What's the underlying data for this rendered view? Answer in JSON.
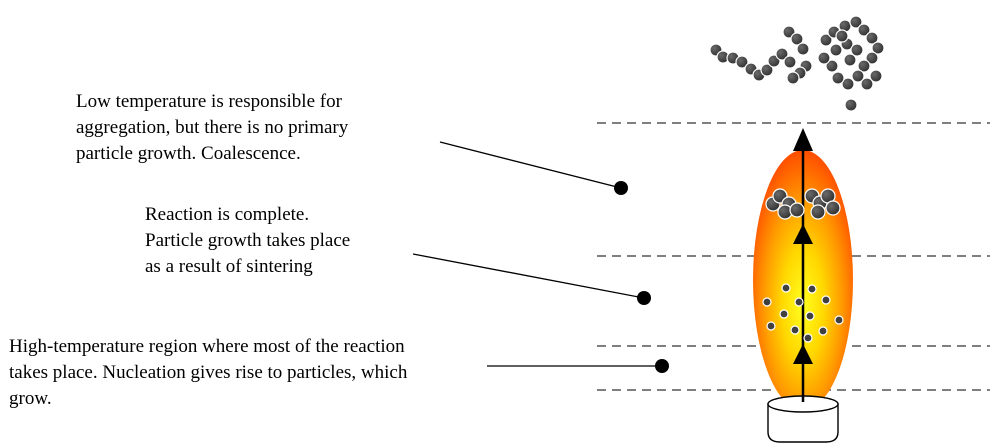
{
  "annotations": {
    "top": {
      "lines": [
        "Low temperature is responsible for",
        "aggregation, but there is no primary",
        "particle growth. Coalescence."
      ]
    },
    "middle": {
      "lines": [
        "Reaction is complete.",
        "Particle growth takes place",
        "as a result of sintering"
      ]
    },
    "bottom": {
      "lines": [
        "High-temperature region where most of the reaction",
        "takes place. Nucleation gives rise to particles, which",
        "grow."
      ]
    }
  },
  "colors": {
    "flame_outer": "#ff4500",
    "flame_mid": "#ff9a00",
    "flame_core": "#ffff20",
    "particle": "#404040",
    "line": "#000000"
  }
}
